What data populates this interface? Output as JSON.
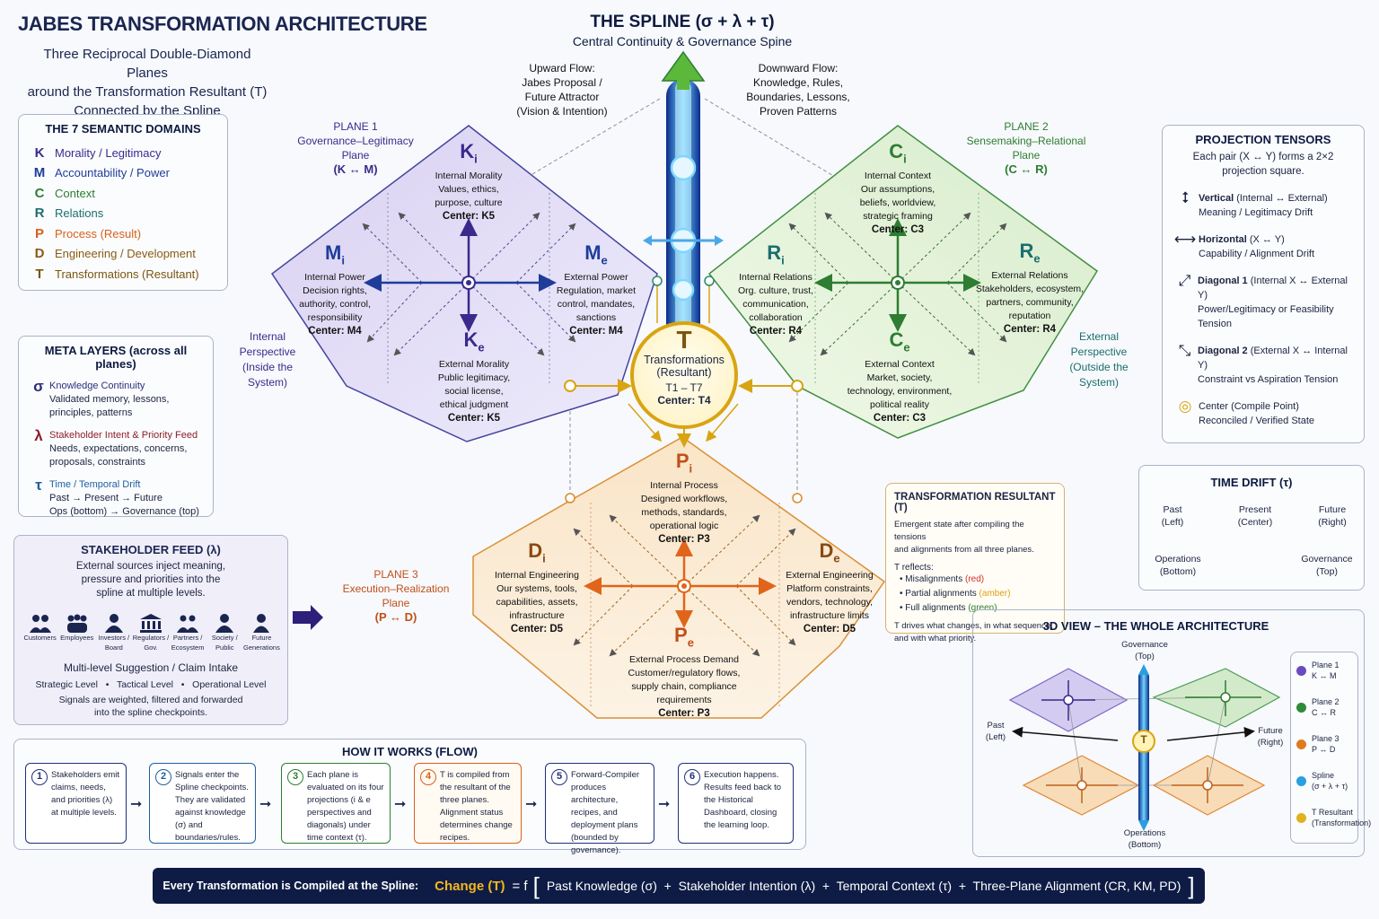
{
  "header": {
    "title": "JABES TRANSFORMATION ARCHITECTURE",
    "subtitle_1": "Three Reciprocal Double-Diamond Planes",
    "subtitle_2": "around the Transformation Resultant (T)",
    "subtitle_3": "Connected by the Spline"
  },
  "spline": {
    "title": "THE SPLINE (σ + λ + τ)",
    "subtitle": "Central Continuity & Governance Spine",
    "upward_title": "Upward Flow:",
    "upward_1": "Jabes Proposal /",
    "upward_2": "Future Attractor",
    "upward_3": "(Vision & Intention)",
    "downward_title": "Downward Flow:",
    "downward_1": "Knowledge, Rules,",
    "downward_2": "Boundaries, Lessons,",
    "downward_3": "Proven Patterns"
  },
  "domains": {
    "title": "THE 7 SEMANTIC DOMAINS",
    "items": [
      {
        "sym": "K",
        "label": "Morality / Legitimacy",
        "color": "#3a2a8c"
      },
      {
        "sym": "M",
        "label": "Accountability / Power",
        "color": "#1f3c9a"
      },
      {
        "sym": "C",
        "label": "Context",
        "color": "#2e7d32"
      },
      {
        "sym": "R",
        "label": "Relations",
        "color": "#1b6e6e"
      },
      {
        "sym": "P",
        "label": "Process (Result)",
        "color": "#d9601a"
      },
      {
        "sym": "D",
        "label": "Engineering / Development",
        "color": "#8a5a12"
      },
      {
        "sym": "T",
        "label": "Transformations (Resultant)",
        "color": "#7a5510"
      }
    ]
  },
  "meta": {
    "title": "META LAYERS (across all planes)",
    "items": [
      {
        "sym": "σ",
        "title": "Knowledge Continuity",
        "l1": "Validated memory, lessons,",
        "l2": "principles, patterns",
        "color": "#2a2f7a"
      },
      {
        "sym": "λ",
        "title": "Stakeholder Intent & Priority Feed",
        "l1": "Needs, expectations, concerns,",
        "l2": "proposals, constraints",
        "color": "#8a1f2a"
      },
      {
        "sym": "τ",
        "title": "Time / Temporal Drift",
        "l1": "Past → Present → Future",
        "l2": "Ops (bottom) → Governance (top)",
        "color": "#1f5fa0"
      }
    ]
  },
  "feed": {
    "title": "STAKEHOLDER FEED (λ)",
    "desc_1": "External sources inject meaning,",
    "desc_2": "pressure and priorities into the",
    "desc_3": "spline at multiple levels.",
    "icons": [
      {
        "l1": "Customers",
        "l2": ""
      },
      {
        "l1": "Employees",
        "l2": ""
      },
      {
        "l1": "Investors /",
        "l2": "Board"
      },
      {
        "l1": "Regulators /",
        "l2": "Gov."
      },
      {
        "l1": "Partners /",
        "l2": "Ecosystem"
      },
      {
        "l1": "Society /",
        "l2": "Public"
      },
      {
        "l1": "Future",
        "l2": "Generations"
      }
    ],
    "intake": "Multi-level Suggestion / Claim Intake",
    "levels": "Strategic Level   •   Tactical Level   •   Operational Level",
    "note_1": "Signals are weighted, filtered and forwarded",
    "note_2": "into the spline checkpoints."
  },
  "plane1": {
    "label": "PLANE 1",
    "name": "Governance–Legitimacy Plane",
    "pair": "(K ↔ M)",
    "top": {
      "sym": "K",
      "sub": "i",
      "l1": "Internal Morality",
      "l2": "Values, ethics,",
      "l3": "purpose, culture",
      "center": "Center: K5"
    },
    "left": {
      "sym": "M",
      "sub": "i",
      "l1": "Internal Power",
      "l2": "Decision rights,",
      "l3": "authority, control,",
      "l4": "responsibility",
      "center": "Center: M4"
    },
    "right": {
      "sym": "M",
      "sub": "e",
      "l1": "External Power",
      "l2": "Regulation, market",
      "l3": "control, mandates,",
      "l4": "sanctions",
      "center": "Center: M4"
    },
    "bottom": {
      "sym": "K",
      "sub": "e",
      "l1": "External Morality",
      "l2": "Public legitimacy,",
      "l3": "social license,",
      "l4": "ethical judgment",
      "center": "Center: K5"
    }
  },
  "plane2": {
    "label": "PLANE 2",
    "name": "Sensemaking–Relational Plane",
    "pair": "(C ↔ R)",
    "top": {
      "sym": "C",
      "sub": "i",
      "l1": "Internal Context",
      "l2": "Our assumptions,",
      "l3": "beliefs, worldview,",
      "l4": "strategic framing",
      "center": "Center: C3"
    },
    "left": {
      "sym": "R",
      "sub": "i",
      "l1": "Internal Relations",
      "l2": "Org. culture, trust,",
      "l3": "communication,",
      "l4": "collaboration",
      "center": "Center: R4"
    },
    "right": {
      "sym": "R",
      "sub": "e",
      "l1": "External Relations",
      "l2": "Stakeholders, ecosystem,",
      "l3": "partners, community,",
      "l4": "reputation",
      "center": "Center: R4"
    },
    "bottom": {
      "sym": "C",
      "sub": "e",
      "l1": "External Context",
      "l2": "Market, society,",
      "l3": "technology, environment,",
      "l4": "political reality",
      "center": "Center: C3"
    }
  },
  "plane3": {
    "label": "PLANE 3",
    "name": "Execution–Realization Plane",
    "pair": "(P ↔ D)",
    "top": {
      "sym": "P",
      "sub": "i",
      "l1": "Internal Process",
      "l2": "Designed workflows,",
      "l3": "methods, standards,",
      "l4": "operational logic",
      "center": "Center: P3"
    },
    "left": {
      "sym": "D",
      "sub": "i",
      "l1": "Internal Engineering",
      "l2": "Our systems, tools,",
      "l3": "capabilities, assets,",
      "l4": "infrastructure",
      "center": "Center: D5"
    },
    "right": {
      "sym": "D",
      "sub": "e",
      "l1": "External Engineering",
      "l2": "Platform constraints,",
      "l3": "vendors, technology,",
      "l4": "infrastructure limits",
      "center": "Center: D5"
    },
    "bottom": {
      "sym": "P",
      "sub": "e",
      "l1": "External Process Demand",
      "l2": "Customer/regulatory flows,",
      "l3": "supply chain, compliance",
      "l4": "requirements",
      "center": "Center: P3"
    }
  },
  "t_node": {
    "sym": "T",
    "l1": "Transformations",
    "l2": "(Resultant)",
    "l3": "T1 – T7",
    "l4": "Center: T4"
  },
  "perspective": {
    "internal": [
      "Internal",
      "Perspective",
      "(Inside the",
      "System)"
    ],
    "external": [
      "External",
      "Perspective",
      "(Outside the",
      "System)"
    ]
  },
  "tensors": {
    "title": "PROJECTION TENSORS",
    "desc_1": "Each pair (X ↔ Y) forms a 2×2",
    "desc_2": "projection square.",
    "items": [
      {
        "icon": "⭥",
        "t1": "Vertical",
        "t1b": " (Internal ↔ External)",
        "t2": "Meaning / Legitimacy Drift",
        "t3": ""
      },
      {
        "icon": "⟷",
        "t1": "Horizontal",
        "t1b": " (X ↔ Y)",
        "t2": "Capability / Alignment Drift",
        "t3": ""
      },
      {
        "icon": "⤢",
        "t1": "Diagonal 1",
        "t1b": " (Internal X ↔ External Y)",
        "t2": "Power/Legitimacy or Feasibility",
        "t3": "Tension"
      },
      {
        "icon": "⤡",
        "t1": "Diagonal 2",
        "t1b": " (External X ↔ Internal Y)",
        "t2": "Constraint vs Aspiration Tension",
        "t3": ""
      },
      {
        "icon": "◎",
        "t1": "Center (Compile Point)",
        "t1b": "",
        "t2": "Reconciled / Verified State",
        "t3": ""
      }
    ]
  },
  "time_drift": {
    "title": "TIME DRIFT (τ)",
    "past": "Past",
    "past_sub": "(Left)",
    "present": "Present",
    "present_sub": "(Center)",
    "future": "Future",
    "future_sub": "(Right)",
    "ops": "Operations",
    "ops_sub": "(Bottom)",
    "gov": "Governance",
    "gov_sub": "(Top)"
  },
  "resultant": {
    "title": "TRANSFORMATION RESULTANT (T)",
    "d1": "Emergent state after compiling the tensions",
    "d2": "and alignments from all three planes.",
    "reflects": "T reflects:",
    "b1": "Misalignments",
    "b1c": "(red)",
    "b2": "Partial alignments",
    "b2c": "(amber)",
    "b3": "Full alignments",
    "b3c": "(green)",
    "f1": "T drives what changes, in what sequence,",
    "f2": "and with what priority."
  },
  "view3d": {
    "title": "3D VIEW – THE WHOLE ARCHITECTURE",
    "gov": "Governance",
    "gov_sub": "(Top)",
    "ops": "Operations",
    "ops_sub": "(Bottom)",
    "past": "Past",
    "past_sub": "(Left)",
    "future": "Future",
    "future_sub": "(Right)",
    "t": "T",
    "legend": [
      {
        "l1": "Plane 1",
        "l2": "K ↔ M",
        "color": "#6a4bbf"
      },
      {
        "l1": "Plane 2",
        "l2": "C ↔ R",
        "color": "#2e8b3a"
      },
      {
        "l1": "Plane 3",
        "l2": "P ↔ D",
        "color": "#e07a1f"
      },
      {
        "l1": "Spline",
        "l2": "(σ + λ + τ)",
        "color": "#2a9ee0"
      },
      {
        "l1": "T Resultant",
        "l2": "(Transformation)",
        "color": "#e0b21f"
      }
    ]
  },
  "flow": {
    "title": "HOW IT WORKS (FLOW)",
    "steps": [
      {
        "n": "1",
        "text": "Stakeholders emit claims, needs, and priorities (λ) at multiple levels.",
        "color": "#1f2f7a",
        "bg": "#ffffff"
      },
      {
        "n": "2",
        "text": "Signals enter the Spline checkpoints. They are validated against knowledge (σ) and boundaries/rules.",
        "color": "#1f5fa0",
        "bg": "#ffffff"
      },
      {
        "n": "3",
        "text": "Each plane is evaluated on its four projections (i & e perspectives and diagonals) under time context (τ).",
        "color": "#2e7d32",
        "bg": "#ffffff"
      },
      {
        "n": "4",
        "text": "T is compiled from the resultant of the three planes. Alignment status determines change recipes.",
        "color": "#d9601a",
        "bg": "#fffaf2"
      },
      {
        "n": "5",
        "text": "Forward-Compiler produces architecture, recipes, and deployment plans (bounded by governance).",
        "color": "#1f2f7a",
        "bg": "#ffffff"
      },
      {
        "n": "6",
        "text": "Execution happens. Results feed back to the Historical Dashboard, closing the learning loop.",
        "color": "#1f2f7a",
        "bg": "#ffffff"
      }
    ]
  },
  "formula": {
    "prefix": "Every Transformation is Compiled at the Spline:",
    "change": "Change (T)",
    "eq": "= f",
    "body": "Past Knowledge (σ)  +  Stakeholder Intention (λ)  +  Temporal Context (τ)  +  Three-Plane Alignment (CR, KM, PD)"
  }
}
